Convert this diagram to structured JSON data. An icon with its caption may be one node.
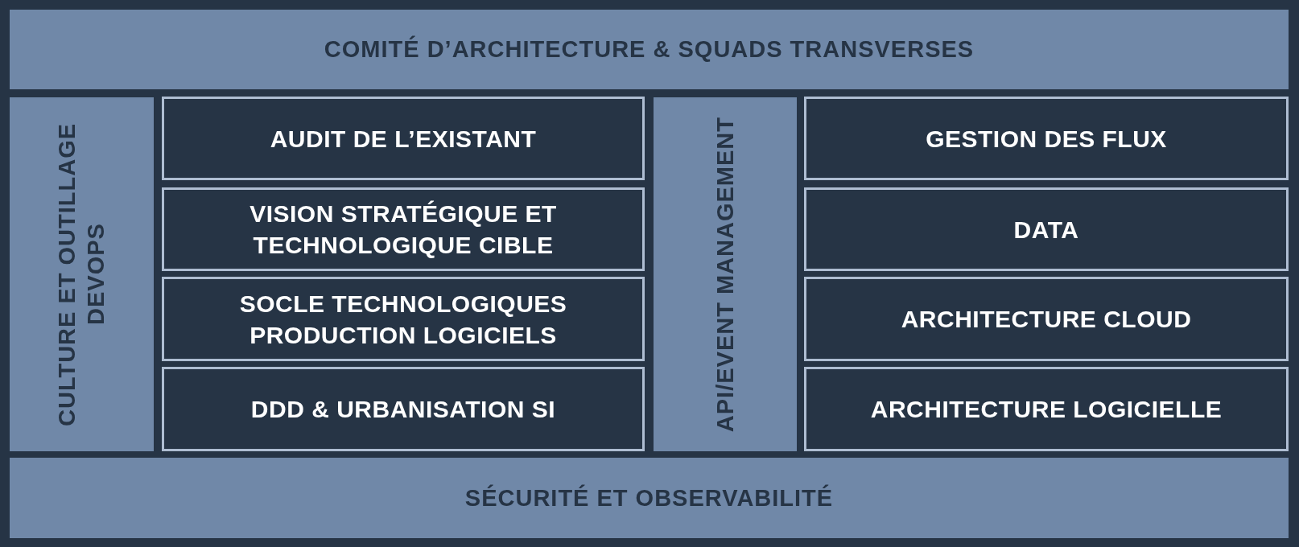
{
  "diagram": {
    "nodes": [
      {
        "text": [
          "COMITÉ D’ARCHITECTURE & SQUADS TRANSVERSES"
        ]
      },
      {
        "text": [
          "CULTURE ET OUTILLAGE DEVOPS"
        ]
      },
      {
        "text": [
          "AUDIT DE L’EXISTANT"
        ]
      },
      {
        "text": [
          "VISION STRATÉGIQUE ET TECHNOLOGIQUE CIBLE"
        ]
      },
      {
        "text": [
          "SOCLE TECHNOLOGIQUES PRODUCTION LOGICIELS"
        ]
      },
      {
        "text": [
          "DDD & URBANISATION SI"
        ]
      },
      {
        "text": [
          "API/EVENT MANAGEMENT"
        ]
      },
      {
        "text": [
          "GESTION DES FLUX"
        ]
      },
      {
        "text": [
          "DATA"
        ]
      },
      {
        "text": [
          "ARCHITECTURE CLOUD"
        ]
      },
      {
        "text": [
          "ARCHITECTURE LOGICIELLE"
        ]
      },
      {
        "text": [
          "SÉCURITÉ ET OBSERVABILITÉ"
        ]
      }
    ]
  }
}
